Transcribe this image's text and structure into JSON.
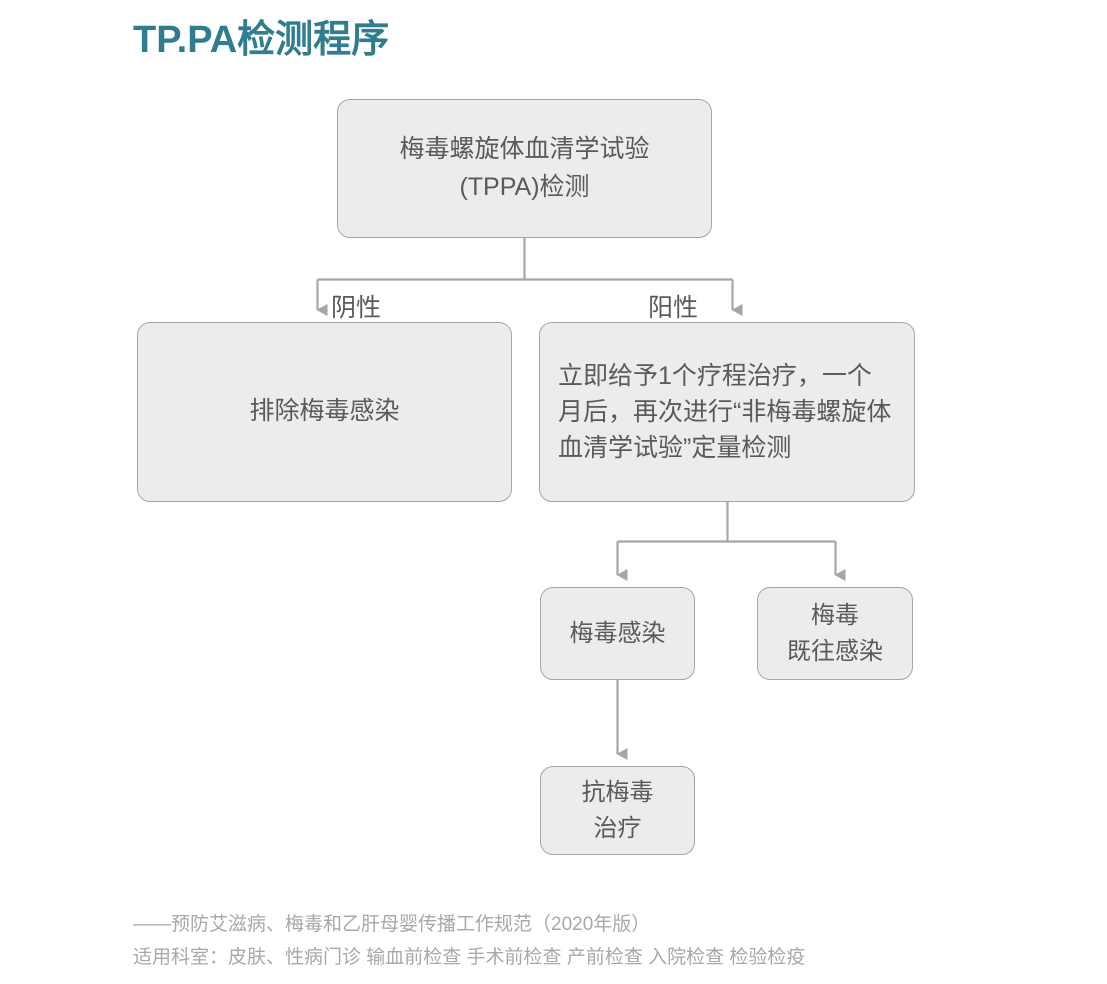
{
  "page": {
    "title": "TP.PA检测程序",
    "title_color": "#2f7d8e",
    "background": "#ffffff"
  },
  "flow": {
    "node_fill": "#ececec",
    "node_border": "#a6a6a6",
    "node_text_color": "#5a5a5a",
    "connector_color": "#a6a6a6",
    "nodes": {
      "tppa": "梅毒螺旋体血清学试验\n(TPPA)检测",
      "exclude": "排除梅毒感染",
      "treat_first": "立即给予1个疗程治疗，一个月后，再次进行“非梅毒螺旋体血清学试验”定量检测",
      "infection": "梅毒感染",
      "past_infection": "梅毒\n既往感染",
      "anti_syphilis": "抗梅毒\n治疗"
    },
    "edge_labels": {
      "negative": "阴性",
      "positive": "阳性"
    }
  },
  "footer": {
    "source": "——预防艾滋病、梅毒和乙肝母婴传播工作规范（2020年版）",
    "departments": "适用科室：皮肤、性病门诊 输血前检查 手术前检查 产前检查 入院检查 检验检疫"
  }
}
